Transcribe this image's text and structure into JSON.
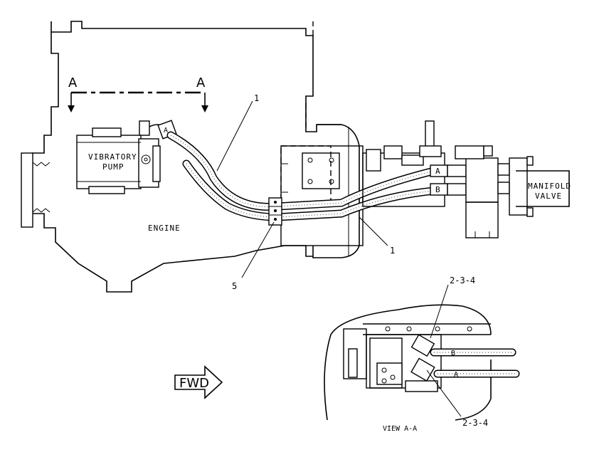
{
  "labels": {
    "vibratory_pump": [
      "VIBRATORY",
      "PUMP"
    ],
    "engine": "ENGINE",
    "manifold_valve": [
      "MANIFOLD",
      "VALVE"
    ],
    "view": "VIEW  A-A",
    "fwd": "FWD",
    "section_marker": "A",
    "port_a": "A",
    "port_b": "B",
    "callout_1": "1",
    "callout_5": "5",
    "callout_234": "2-3-4"
  }
}
